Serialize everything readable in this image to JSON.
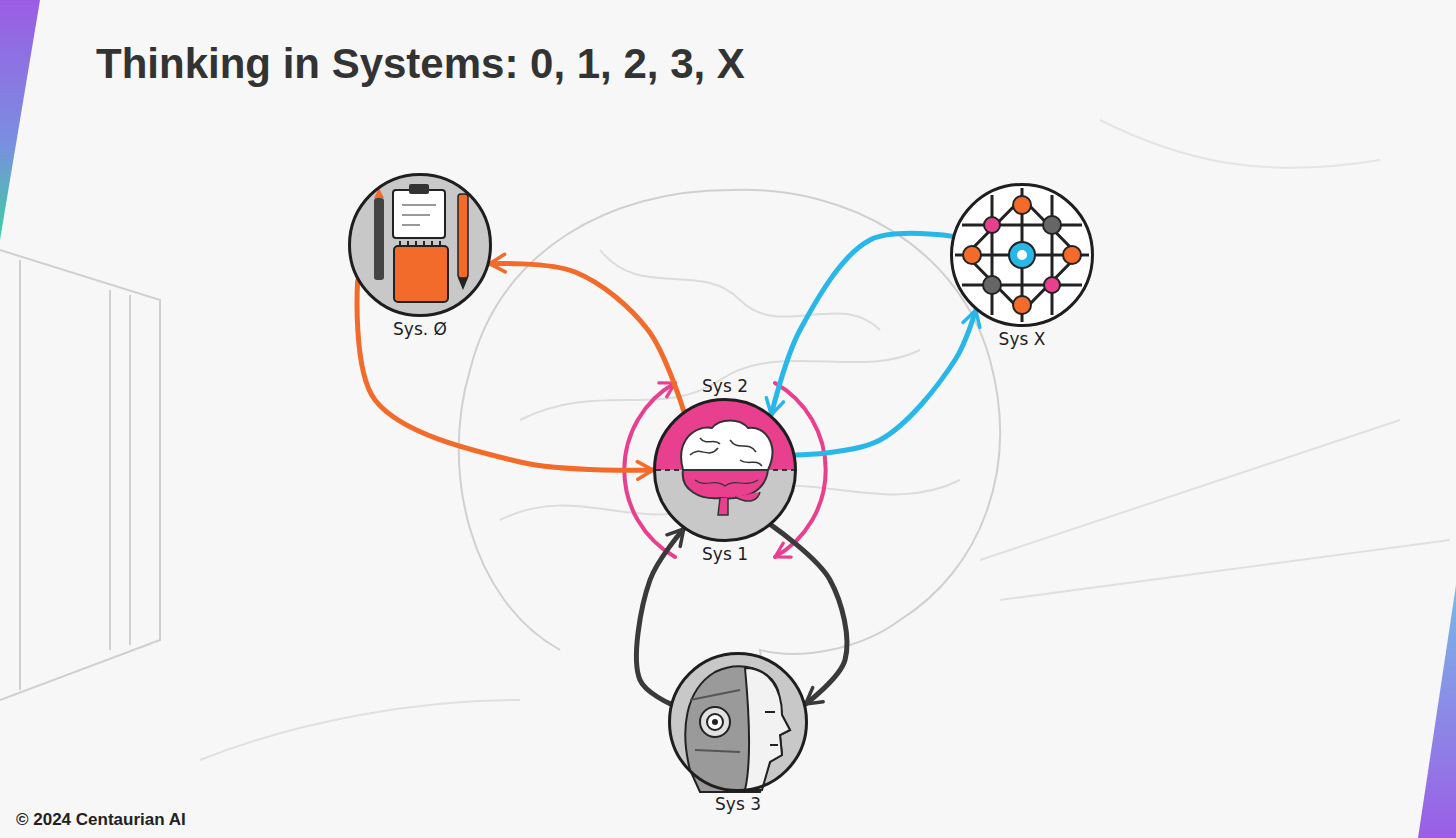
{
  "diagram": {
    "title": "Thinking in Systems: 0, 1, 2, 3, X",
    "nodes": [
      {
        "text": [
          "Sys. Ø"
        ]
      },
      {
        "text": [
          "Sys 2",
          "Sys 1"
        ]
      },
      {
        "text": [
          "Sys X"
        ]
      },
      {
        "text": [
          "Sys 3"
        ]
      }
    ],
    "edges": [
      {
        "from": 1,
        "to": 0,
        "arrow": "to"
      },
      {
        "from": 0,
        "to": 1,
        "arrow": "to"
      },
      {
        "from": 2,
        "to": 1,
        "arrow": "to"
      },
      {
        "from": 1,
        "to": 2,
        "arrow": "to"
      },
      {
        "from": 3,
        "to": 1,
        "arrow": "to"
      },
      {
        "from": 1,
        "to": 3,
        "arrow": "to"
      }
    ],
    "labels": [
      "© 2024 Centaurian AI"
    ]
  }
}
